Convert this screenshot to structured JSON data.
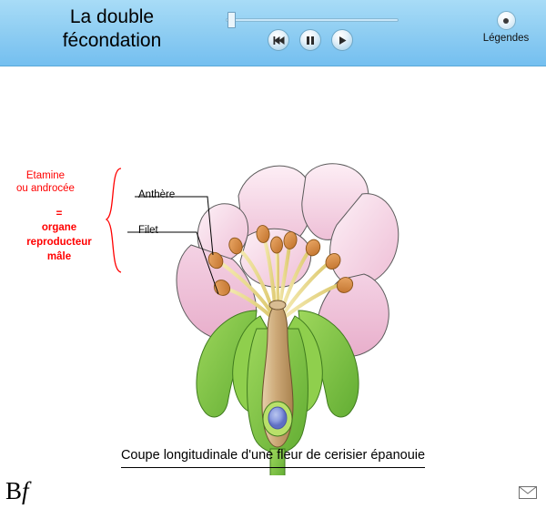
{
  "header": {
    "title": "La double\nfécondation",
    "title_line1": "La double",
    "title_line2": "fécondation",
    "buttons": [
      {
        "name": "rewind-button",
        "icon": "rewind-icon",
        "label": ""
      },
      {
        "name": "pause-button",
        "icon": "pause-icon",
        "label": ""
      },
      {
        "name": "play-button",
        "icon": "play-icon",
        "label": ""
      }
    ],
    "legend": {
      "label": "Légendes",
      "icon": "dot-icon"
    },
    "progress": {
      "value": 2,
      "min": 0,
      "max": 100
    }
  },
  "diagram": {
    "annotations": {
      "etamine_line1": "Etamine",
      "etamine_line2": "ou androcée",
      "equals": "=",
      "organe_line1": "organe",
      "organe_line2": "reproducteur",
      "organe_line3": "mâle",
      "anthere": "Anthère",
      "filet": "Filet",
      "brace_left": "{",
      "brace_right": "("
    },
    "caption": "Coupe longitudinale d'une fleur de cerisier épanouie",
    "colors": {
      "annotation_red": "#ff0000",
      "petal_pink": "#f0c3d8",
      "petal_light": "#fbe6f0",
      "anther_orange": "#d98236",
      "filament_yellow": "#e9d98a",
      "sepal_green": "#7dc242",
      "ovary_tan": "#c8a477",
      "ovule_blue": "#6d7fd0",
      "header_blue": "#8ecdf2"
    }
  },
  "footer": {
    "brand_b": "B",
    "brand_f": "f",
    "mail_icon": "envelope-icon"
  }
}
